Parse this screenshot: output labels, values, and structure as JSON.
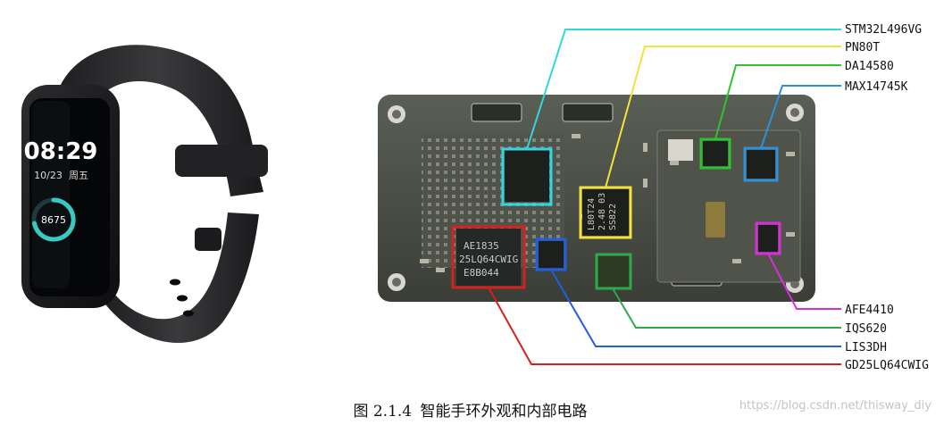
{
  "band": {
    "time": "08:29",
    "date": "10/23",
    "weekday": "周五",
    "steps": "8675"
  },
  "labels": [
    {
      "id": "stm32",
      "text": "STM32L496VG",
      "color": "#2fd7e0"
    },
    {
      "id": "pn80t",
      "text": "PN80T",
      "color": "#f2e23a"
    },
    {
      "id": "da14580",
      "text": "DA14580",
      "color": "#2fc22f"
    },
    {
      "id": "max14745",
      "text": "MAX14745K",
      "color": "#2f8fd8"
    },
    {
      "id": "afe4410",
      "text": "AFE4410",
      "color": "#d62fd6"
    },
    {
      "id": "iqs620",
      "text": "IQS620",
      "color": "#2fa84a"
    },
    {
      "id": "lis3dh",
      "text": "LIS3DH",
      "color": "#1f5fe0"
    },
    {
      "id": "gd25",
      "text": "GD25LQ64CWIG",
      "color": "#d62020"
    }
  ],
  "chip_marks": {
    "flash": [
      "AE1835",
      "25LQ64CWIG",
      "E8B044"
    ],
    "nfc": [
      "L80T24",
      "2.48 03",
      "SS822"
    ]
  },
  "caption": {
    "figure": "图 2.1.4",
    "text": "智能手环外观和内部电路"
  },
  "watermark": "https://blog.csdn.net/thisway_diy"
}
